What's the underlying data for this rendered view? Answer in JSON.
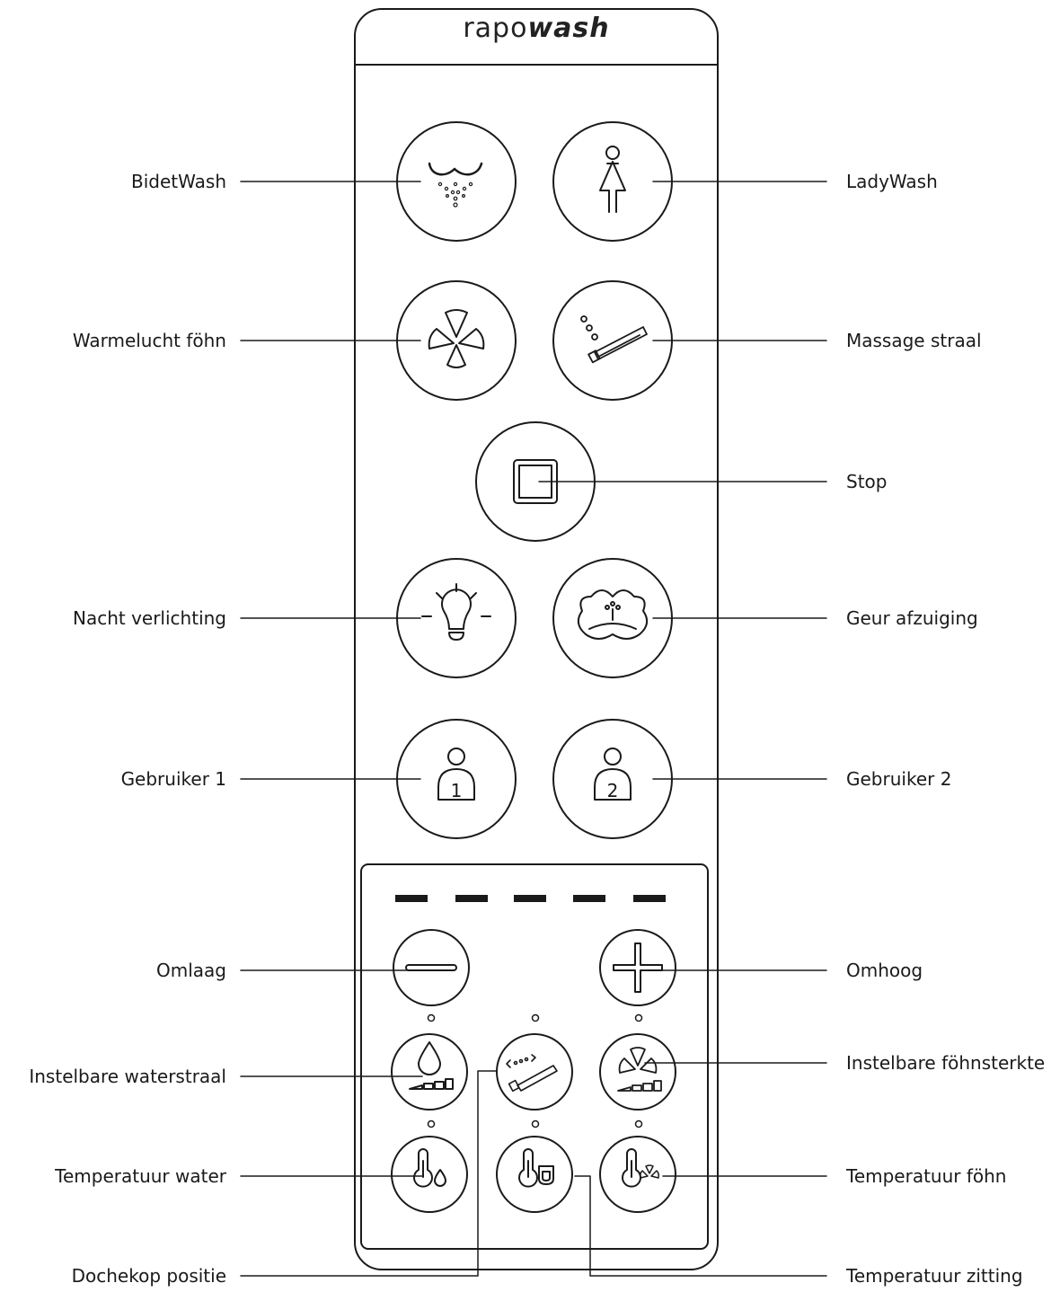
{
  "brand": {
    "name_part1": "rapo",
    "name_part2": "wash"
  },
  "labels": {
    "bidetwash": "BidetWash",
    "ladywash": "LadyWash",
    "warmelucht": "Warmelucht föhn",
    "massage": "Massage straal",
    "stop": "Stop",
    "nacht": "Nacht verlichting",
    "geur": "Geur afzuiging",
    "gebruiker1": "Gebruiker 1",
    "gebruiker2": "Gebruiker 2",
    "omlaag": "Omlaag",
    "omhoog": "Omhoog",
    "waterstraal": "Instelbare waterstraal",
    "fohnsterkte": "Instelbare föhnsterkte",
    "temp_water": "Temperatuur water",
    "temp_fohn": "Temperatuur föhn",
    "douchekop": "Dochekop positie",
    "temp_zitting": "Temperatuur zitting"
  },
  "user_numbers": {
    "user1": "1",
    "user2": "2"
  },
  "level_indicator": {
    "segments": 5
  },
  "colors": {
    "line": "#1a1a1a",
    "panel_fill": "#ffffff",
    "led": "#1a1a1a"
  }
}
